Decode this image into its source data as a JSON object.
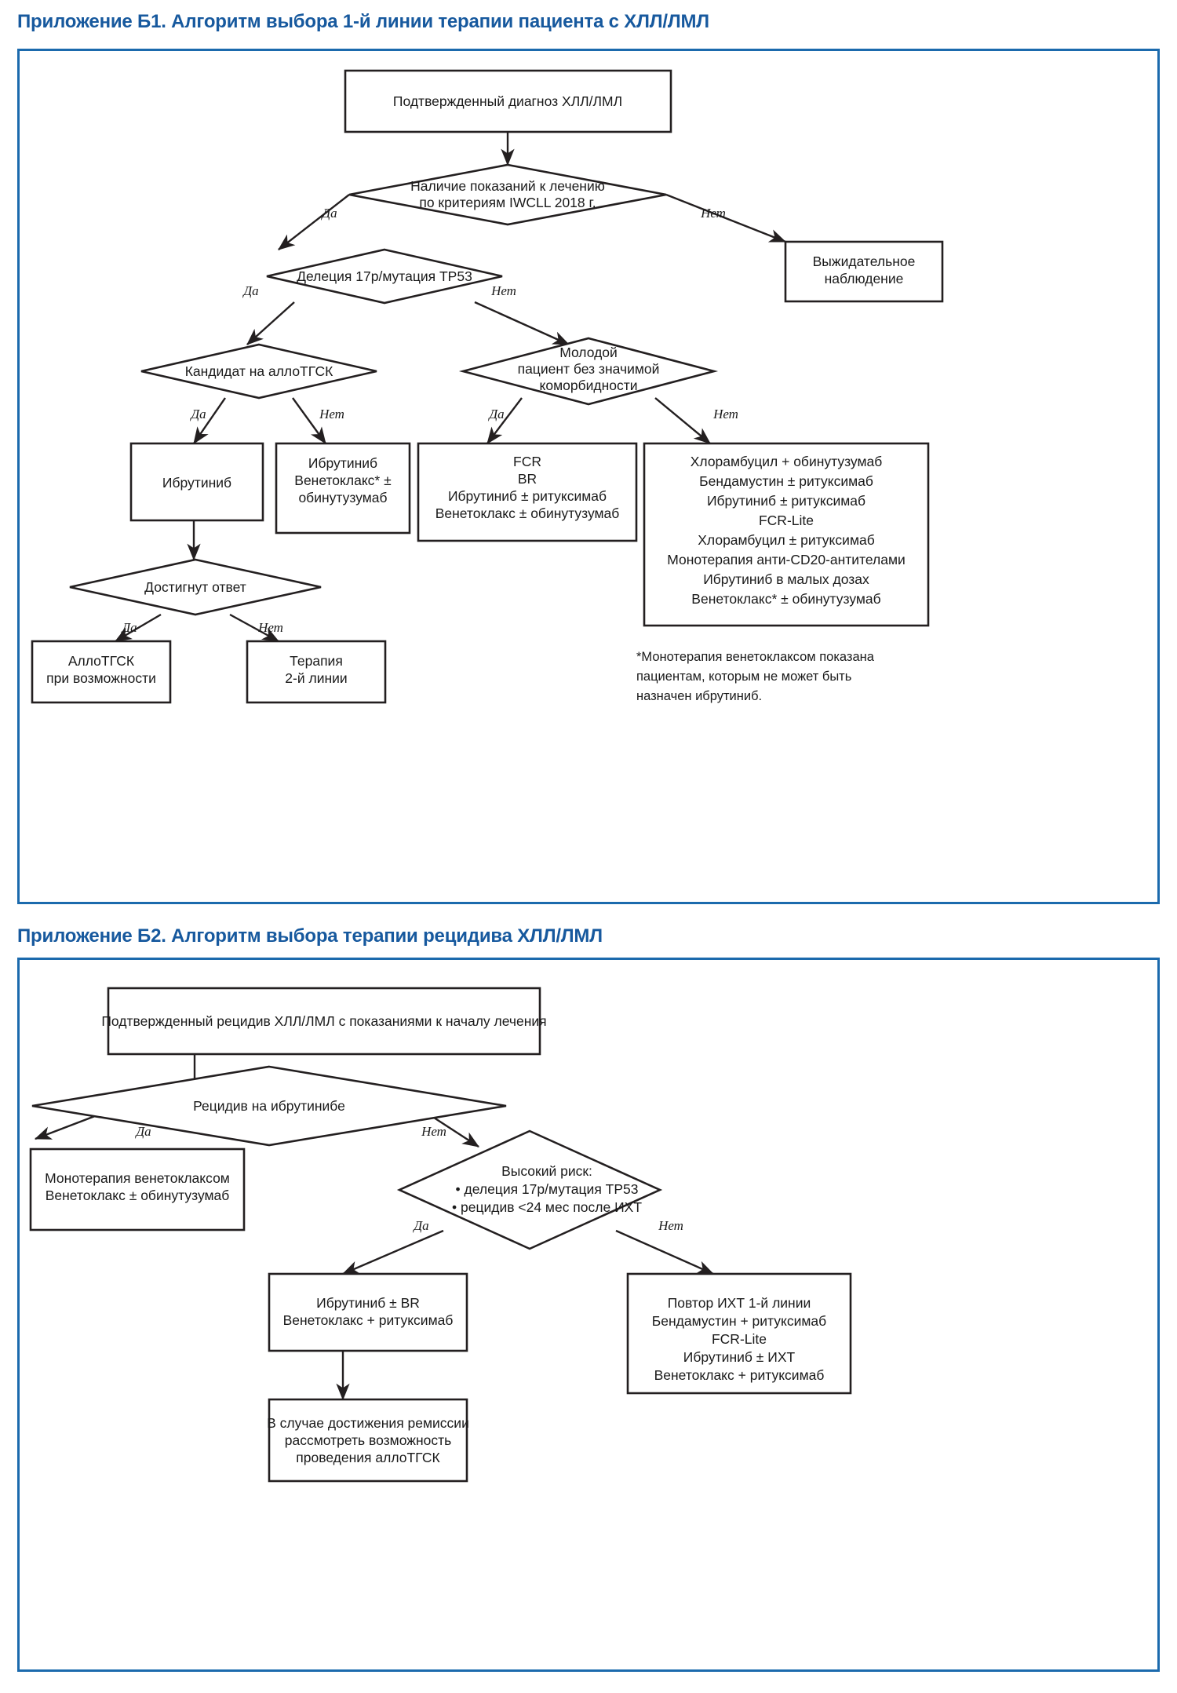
{
  "document": {
    "accent_color": "#17599e",
    "panel_border_color": "#1b6aad",
    "line_color": "#231f20"
  },
  "section1": {
    "title": "Приложение Б1. Алгоритм выбора 1-й линии терапии пациента с ХЛЛ/ЛМЛ",
    "nodes": {
      "diagnosis": "Подтвержденный диагноз ХЛЛ/ЛМЛ",
      "indications_l1": "Наличие показаний к лечению",
      "indications_l2": "по критериям IWCLL 2018 г.",
      "watchful_l1": "Выжидательное",
      "watchful_l2": "наблюдение",
      "del17p": "Делеция 17p/мутация TP53",
      "allo_candidate": "Кандидат на аллоТГСК",
      "young_l1": "Молодой",
      "young_l2": "пациент без значимой",
      "young_l3": "коморбидности",
      "ibrutinib": "Ибрутиниб",
      "ibr_ven_l1": "Ибрутиниб",
      "ibr_ven_l2": "Венетоклакс* ±",
      "ibr_ven_l3": "обинутузумаб",
      "fit_l1": "FCR",
      "fit_l2": "BR",
      "fit_l3": "Ибрутиниб ± ритуксимаб",
      "fit_l4": "Венетоклакс ± обинутузумаб",
      "unfit_l1": "Хлорамбуцил + обинутузумаб",
      "unfit_l2": "Бендамустин ± ритуксимаб",
      "unfit_l3": "Ибрутиниб ± ритуксимаб",
      "unfit_l4": "FCR-Lite",
      "unfit_l5": "Хлорамбуцил ± ритуксимаб",
      "unfit_l6": "Монотерапия анти-CD20-антителами",
      "unfit_l7": "Ибрутиниб в малых дозах",
      "unfit_l8": "Венетоклакс* ± обинутузумаб",
      "response": "Достигнут ответ",
      "allo_hsct_l1": "АллоТГСК",
      "allo_hsct_l2": "при возможности",
      "second_line_l1": "Терапия",
      "second_line_l2": "2-й линии"
    },
    "branch_labels": {
      "indications_yes": "Да",
      "indications_no": "Нет",
      "del17p_yes": "Да",
      "del17p_no": "Нет",
      "allo_yes": "Да",
      "allo_no": "Нет",
      "young_yes": "Да",
      "young_no": "Нет",
      "response_yes": "Да",
      "response_no": "Нет"
    },
    "footnote": {
      "l1": "*Монотерапия венетоклаксом показана",
      "l2": "пациентам, которым не может быть",
      "l3": "назначен ибрутиниб."
    }
  },
  "section2": {
    "title": "Приложение Б2. Алгоритм выбора терапии рецидива ХЛЛ/ЛМЛ",
    "nodes": {
      "relapse": "Подтвержденный рецидив ХЛЛ/ЛМЛ с показаниями к началу лечения",
      "relapse_on_ibr": "Рецидив на ибрутинибе",
      "ven_mono_l1": "Монотерапия венетоклаксом",
      "ven_mono_l2": "Венетоклакс ± обинутузумаб",
      "high_risk_l1": "Высокий риск:",
      "high_risk_l2": "• делеция 17p/мутация TP53",
      "high_risk_l3": "• рецидив <24 мес после ИХТ",
      "hr_yes_l1": "Ибрутиниб ± BR",
      "hr_yes_l2": "Венетоклакс + ритуксимаб",
      "remission_l1": "В случае достижения ремиссии",
      "remission_l2": "рассмотреть возможность",
      "remission_l3": "проведения аллоТГСК",
      "hr_no_l1": "Повтор ИХТ 1-й линии",
      "hr_no_l2": "Бендамустин + ритуксимаб",
      "hr_no_l3": "FCR-Lite",
      "hr_no_l4": "Ибрутиниб ± ИХТ",
      "hr_no_l5": "Венетоклакс + ритуксимаб"
    },
    "branch_labels": {
      "relapse_yes": "Да",
      "relapse_no": "Нет",
      "high_risk_yes": "Да",
      "high_risk_no": "Нет"
    }
  }
}
